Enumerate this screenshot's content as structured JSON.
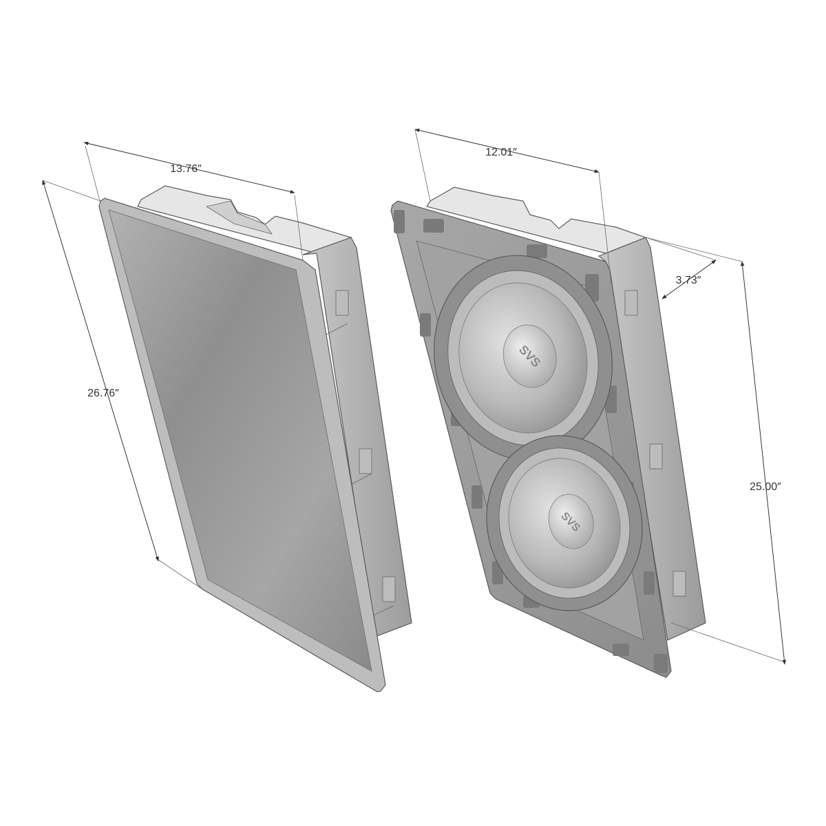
{
  "dimensions": {
    "grille_width": "13.76″",
    "grille_height": "26.76″",
    "frame_width": "12.01″",
    "depth": "3.73″",
    "frame_height": "25.00″"
  },
  "logo": {
    "upper_woofer": "SVS",
    "lower_woofer": "SVS"
  },
  "colors": {
    "grille": "#8e8e8e",
    "bezel": "#b8b8b8",
    "box": "#d9d9d9",
    "frame": "#9a9a9a",
    "woofer_cone": "#c2c2c2",
    "dimension_lines": "#333333"
  }
}
